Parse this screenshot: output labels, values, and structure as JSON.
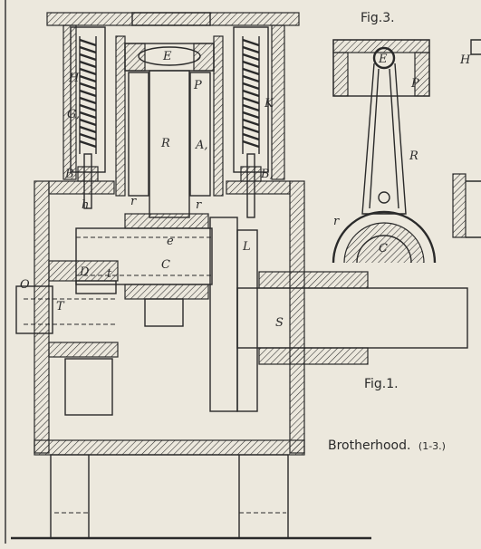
{
  "figures": {
    "fig1_caption": "Fig.1.",
    "fig3_caption": "Fig.3.",
    "credit": "Brotherhood.",
    "credit_ref": "(1-3.)"
  },
  "labels": {
    "E": "E",
    "P": "P",
    "H": "H",
    "K": "K",
    "G1": "G,",
    "R": "R",
    "A1": "A,",
    "B": "B",
    "B1": "B,",
    "h": "h",
    "r_left": "r",
    "r_right": "r",
    "e": "e",
    "C": "C",
    "L": "L",
    "D": "D",
    "t": "t",
    "O": "O",
    "T": "T",
    "S": "S"
  },
  "fig3_labels": {
    "E": "E",
    "P": "P",
    "R": "R",
    "r": "r",
    "C": "C",
    "H": "H"
  },
  "colors": {
    "paper": "#ece8dd",
    "ink": "#2a2a2a"
  }
}
